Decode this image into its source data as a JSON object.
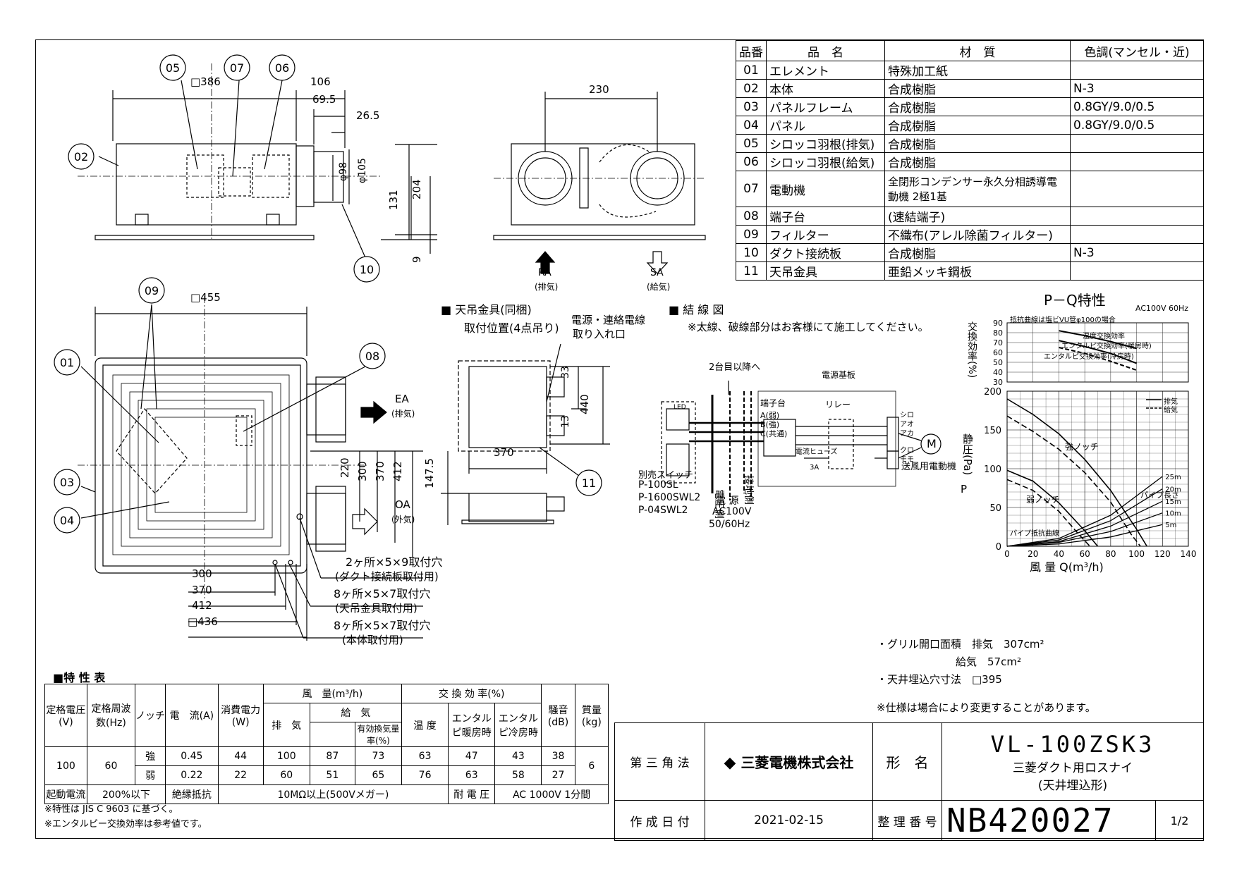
{
  "parts_table": {
    "headers": [
      "品番",
      "品　名",
      "材　質",
      "色調(マンセル・近)"
    ],
    "rows": [
      [
        "01",
        "エレメント",
        "特殊加工紙",
        ""
      ],
      [
        "02",
        "本体",
        "合成樹脂",
        "N-3"
      ],
      [
        "03",
        "パネルフレーム",
        "合成樹脂",
        "0.8GY/9.0/0.5"
      ],
      [
        "04",
        "パネル",
        "合成樹脂",
        "0.8GY/9.0/0.5"
      ],
      [
        "05",
        "シロッコ羽根(排気)",
        "合成樹脂",
        ""
      ],
      [
        "06",
        "シロッコ羽根(給気)",
        "合成樹脂",
        ""
      ],
      [
        "07",
        "電動機",
        "全閉形コンデンサー永久分相誘導電動機 2極1基",
        ""
      ],
      [
        "08",
        "端子台",
        "(速結端子)",
        ""
      ],
      [
        "09",
        "フィルター",
        "不織布(アレル除菌フィルター)",
        ""
      ],
      [
        "10",
        "ダクト接続板",
        "合成樹脂",
        "N-3"
      ],
      [
        "11",
        "天吊金具",
        "亜鉛メッキ鋼板",
        ""
      ]
    ]
  },
  "drawing": {
    "balloons": [
      "05",
      "07",
      "06",
      "02",
      "10",
      "09",
      "01",
      "08",
      "03",
      "04",
      "11"
    ],
    "dims_side": [
      "□386",
      "106",
      "69.5",
      "26.5",
      "φ98",
      "φ105",
      "131",
      "204",
      "9"
    ],
    "dims_front": [
      "230"
    ],
    "arrows": {
      "ra": "RA",
      "ra_sub": "(排気)",
      "sa": "SA",
      "sa_sub": "(給気)",
      "ea": "EA",
      "ea_sub": "(排気)",
      "oa": "OA",
      "oa_sub": "(外気)"
    },
    "dims_plan": [
      "□455",
      "220",
      "300",
      "370",
      "412",
      "300",
      "370",
      "412",
      "□436"
    ],
    "plan_notes": [
      "2ヶ所×5×9取付穴",
      "(ダクト接続板取付用)",
      "8ヶ所×5×7取付穴",
      "(天吊金具取付用)",
      "8ヶ所×5×7取付穴",
      "(本体取付用)"
    ],
    "hanger": {
      "title": "■ 天吊金具(同梱)",
      "subtitle": "取付位置(4点吊り)",
      "cable1": "電源・連絡電線",
      "cable2": "取り入れ口",
      "dims": [
        "33",
        "440",
        "13",
        "370",
        "147.5"
      ]
    },
    "wiring": {
      "title": "■ 結 線 図",
      "note": "※太線、破線部分はお客様にて施工してください。",
      "next_units": "2台目以降へ",
      "board": "電源基板",
      "terminal": "端子台",
      "terminal_a": "A(弱)",
      "terminal_b": "B(強)",
      "terminal_c": "C(共通)",
      "relay": "リレー",
      "fuse": "電流ヒューズ",
      "fuse_rating": "3A",
      "wires": [
        "シロ",
        "アオ",
        "アカ",
        "クロ",
        "モモ"
      ],
      "motor_letter": "M",
      "motor": "送風用電動機",
      "led": "LED",
      "switch_label": "別売スイッチ",
      "switches": [
        "P-100SL",
        "P-1600SWL2",
        "P-04SWL2"
      ],
      "power_side": "電圧側",
      "ground_side": "接地側",
      "power": "電 源",
      "ac": "AC100V",
      "hz": "50/60Hz"
    }
  },
  "chart_data": {
    "type": "line",
    "title": "P－Q特性",
    "top_note": "抵抗曲線は塩ビVU管φ100の場合",
    "supply": "AC100V 60Hz",
    "efficiency_panel": {
      "ylabel": "交換効率(%)",
      "yticks": [
        90,
        80,
        70,
        60,
        50,
        40,
        30
      ],
      "ylim": [
        30,
        90
      ],
      "series": [
        {
          "name": "温度交換効率",
          "x": [
            40,
            60,
            80,
            100
          ],
          "y": [
            82,
            77,
            71,
            64
          ]
        },
        {
          "name": "エンタルピ交換効率(暖房時)",
          "x": [
            40,
            60,
            80,
            100
          ],
          "y": [
            72,
            66,
            59,
            49
          ]
        },
        {
          "name": "エンタルピ交換効率(冷房時)",
          "x": [
            40,
            60,
            80,
            100
          ],
          "y": [
            65,
            59,
            51,
            42
          ]
        }
      ]
    },
    "pressure_panel": {
      "ylabel": "静圧(Pa)",
      "ylabel_sym": "P",
      "xlabel": "風 量 Q(m³/h)",
      "yticks": [
        0,
        50,
        100,
        150,
        200
      ],
      "ylim": [
        0,
        200
      ],
      "xticks": [
        0,
        20,
        40,
        60,
        80,
        100,
        120,
        140
      ],
      "xlim": [
        0,
        140
      ],
      "legend": [
        "排気",
        "給気"
      ],
      "series": [
        {
          "name": "強ノッチ(排気)",
          "style": "solid",
          "x": [
            0,
            20,
            40,
            60,
            80,
            100,
            108
          ],
          "y": [
            190,
            170,
            145,
            112,
            72,
            22,
            0
          ]
        },
        {
          "name": "強ノッチ(給気)",
          "style": "dashed",
          "x": [
            0,
            20,
            40,
            60,
            80,
            96,
            103
          ],
          "y": [
            168,
            148,
            125,
            95,
            57,
            15,
            0
          ]
        },
        {
          "name": "弱ノッチ(排気)",
          "style": "solid",
          "x": [
            0,
            20,
            40,
            60,
            70
          ],
          "y": [
            98,
            84,
            56,
            20,
            0
          ]
        },
        {
          "name": "弱ノッチ(給気)",
          "style": "dashed",
          "x": [
            0,
            20,
            40,
            55,
            64
          ],
          "y": [
            86,
            72,
            45,
            16,
            0
          ]
        }
      ],
      "resistance_curves": [
        {
          "name": "25m",
          "x": [
            0,
            40,
            80,
            120
          ],
          "y": [
            0,
            10,
            40,
            90
          ]
        },
        {
          "name": "20m",
          "x": [
            0,
            40,
            80,
            120
          ],
          "y": [
            0,
            8,
            33,
            74
          ]
        },
        {
          "name": "15m",
          "x": [
            0,
            40,
            80,
            120
          ],
          "y": [
            0,
            6,
            26,
            58
          ]
        },
        {
          "name": "10m",
          "x": [
            0,
            40,
            80,
            120
          ],
          "y": [
            0,
            5,
            19,
            43
          ]
        },
        {
          "name": "5m",
          "x": [
            0,
            40,
            80,
            120
          ],
          "y": [
            0,
            3,
            12,
            28
          ]
        }
      ],
      "labels": {
        "strong": "強ノッチ",
        "weak": "弱ノッチ",
        "pipe_length": "パイプ長さ",
        "pipe_resistance": "パイプ抵抗曲線"
      }
    }
  },
  "grille": {
    "line1": "・グリル開口面積　排気　307cm²",
    "line2": "給気　57cm²",
    "line3": "・天井埋込穴寸法　□395",
    "notice": "※仕様は場合により変更することがあります。"
  },
  "spec_table": {
    "title": "■特 性 表",
    "h_voltage": "定格電圧(V)",
    "h_freq": "定格周波数(Hz)",
    "h_notch": "ノッチ",
    "h_current": "電　流(A)",
    "h_power": "消費電力(W)",
    "h_airflow": "風　量(m³/h)",
    "h_exhaust": "排　気",
    "h_supply": "給　気",
    "h_effective": "有効換気量率(%)",
    "h_efficiency": "交 換 効 率(%)",
    "h_temp": "温 度",
    "h_enth_heat": "エンタルピ暖房時",
    "h_enth_cool": "エンタルピ冷房時",
    "h_noise": "騒音(dB)",
    "h_mass": "質量(kg)",
    "voltage": "100",
    "freq": "60",
    "mass": "6",
    "rows": [
      [
        "強",
        "0.45",
        "44",
        "100",
        "87",
        "73",
        "63",
        "47",
        "43",
        "38"
      ],
      [
        "弱",
        "0.22",
        "22",
        "60",
        "51",
        "65",
        "76",
        "63",
        "58",
        "27"
      ]
    ],
    "start_label": "起動電流",
    "start_value": "200%以下",
    "insul_label": "絶縁抵抗",
    "insul_value": "10MΩ以上(500Vメガー)",
    "withstand_label": "耐 電 圧",
    "withstand_value": "AC 1000V 1分間",
    "note1": "※特性は JIS C 9603 に基づく。",
    "note2": "※エンタルピー交換効率は参考値です。"
  },
  "title_block": {
    "projection": "第 三 角 法",
    "company": "三菱電機株式会社",
    "model_label": "形　名",
    "model": "VL-100ZSK3",
    "product1": "三菱ダクト用ロスナイ",
    "product2": "(天井埋込形)",
    "date_label": "作 成 日 付",
    "date": "2021-02-15",
    "docno_label": "整 理 番 号",
    "docno": "NB420027",
    "page": "1/2"
  }
}
